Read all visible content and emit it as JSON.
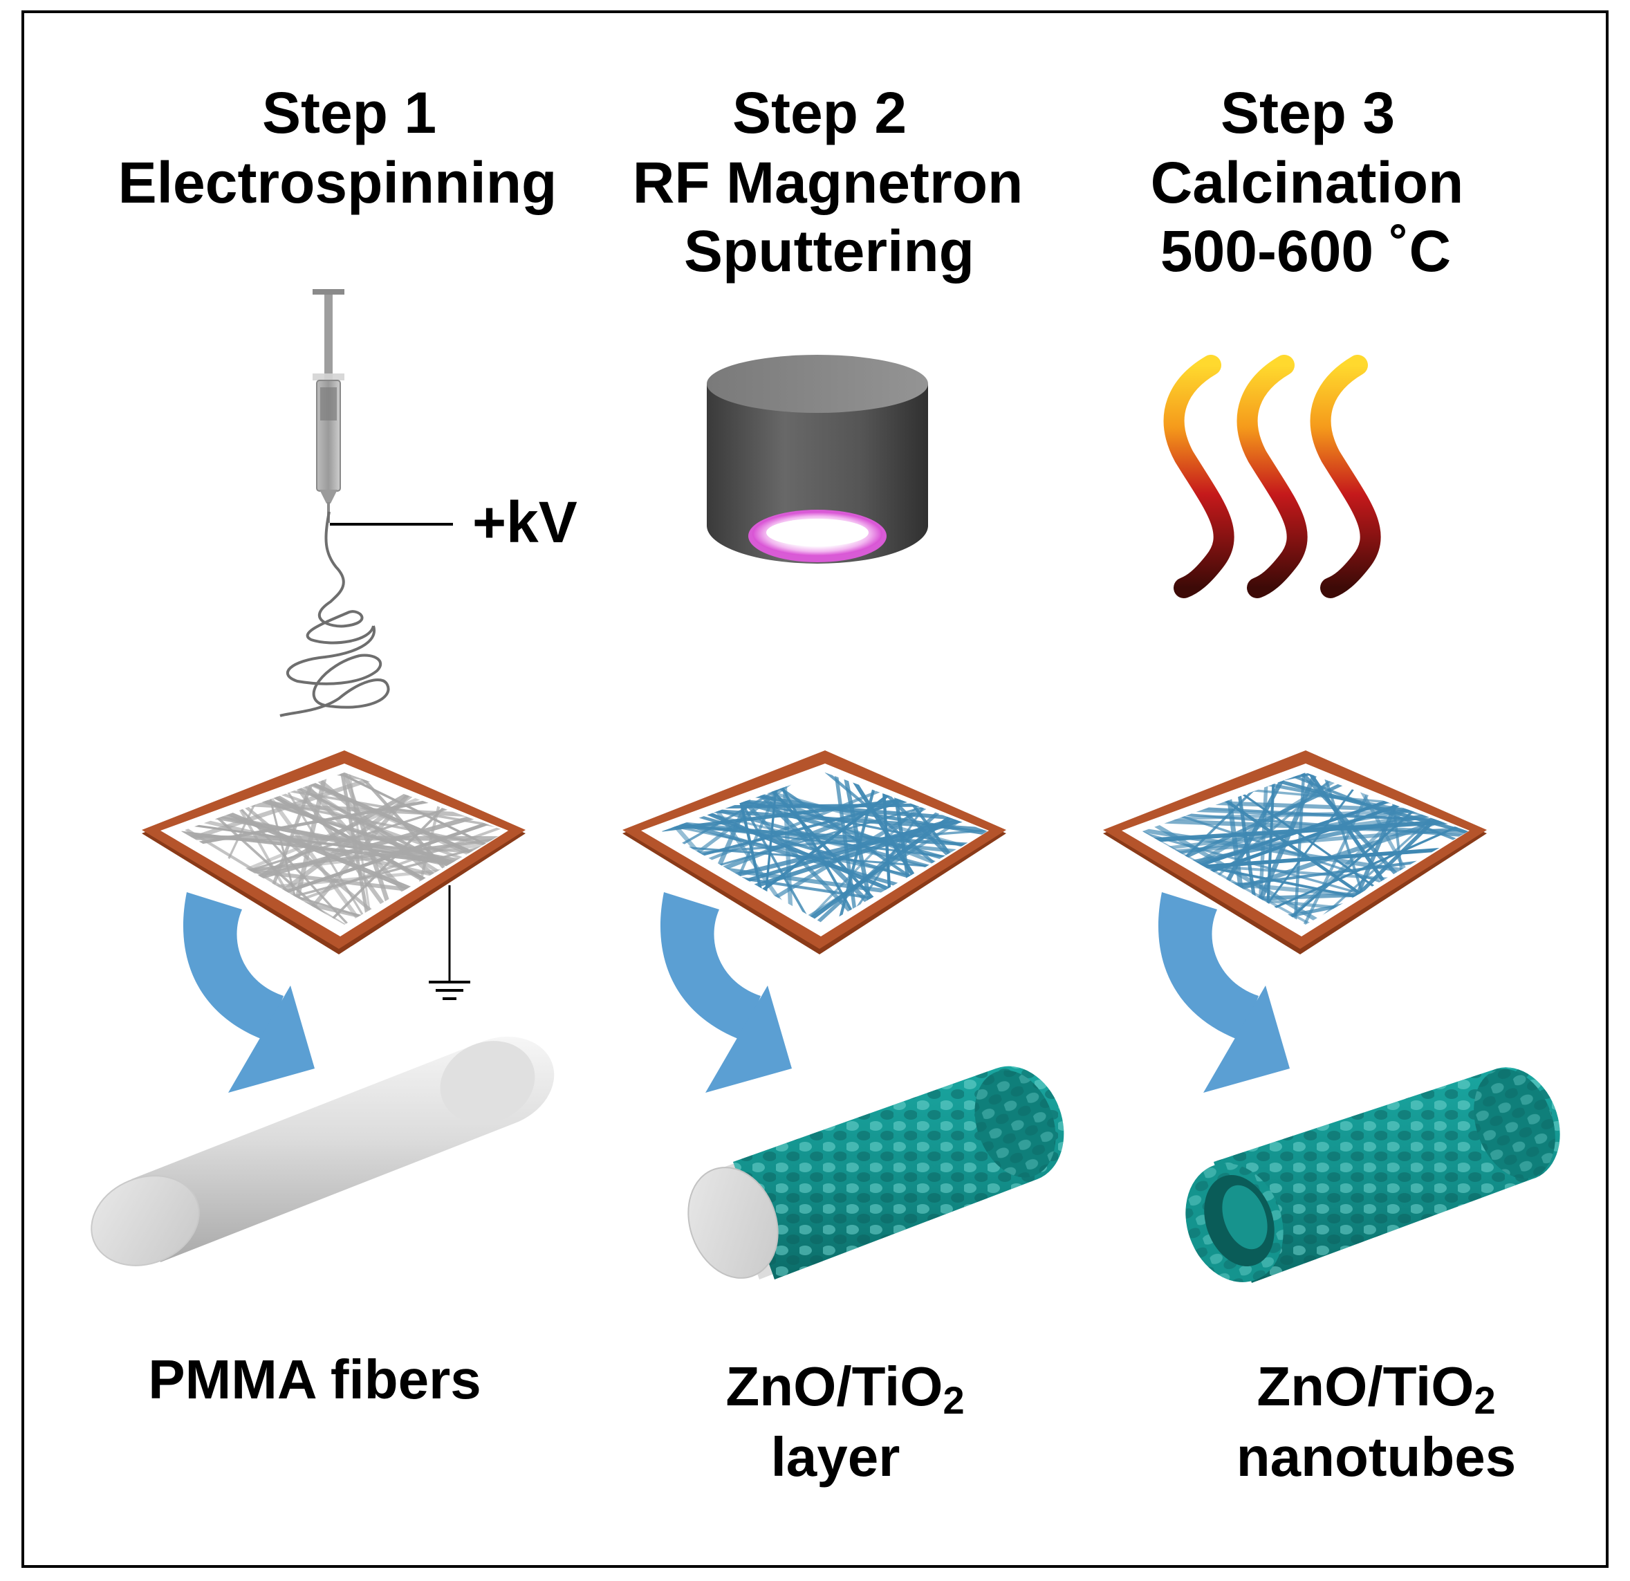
{
  "steps": [
    {
      "step": "Step 1",
      "process": [
        "Electrospinning"
      ],
      "result": {
        "main": "PMMA fibers",
        "sub": "",
        "tail": "",
        "line2": ""
      }
    },
    {
      "step": "Step 2",
      "process": [
        "RF Magnetron",
        "Sputtering"
      ],
      "result": {
        "main": "ZnO/TiO",
        "sub": "2",
        "tail": "",
        "line2": "layer"
      }
    },
    {
      "step": "Step 3",
      "process": [
        "Calcination",
        "500-600 ˚C"
      ],
      "result": {
        "main": "ZnO/TiO",
        "sub": "2",
        "tail": "",
        "line2": "nanotubes"
      }
    }
  ],
  "voltage_label": "+kV",
  "icons": [
    "syringe-icon",
    "ground-symbol-icon",
    "magnetron-target-icon",
    "heat-waves-icon",
    "fiber-mesh-icon",
    "curved-arrow-icon",
    "fiber-cylinder-icon",
    "coated-fiber-icon",
    "nanotube-icon"
  ],
  "colors": {
    "frame": "#b5542b",
    "frame_dark": "#8a3a18",
    "pmma_fiber": "#a8a8a8",
    "coated_fiber": "#3f88b3",
    "arrow": "#5b9fd3",
    "oxide": "#13918c",
    "oxide_dark": "#0b6b67",
    "plasma": "#e35fe0",
    "magnetron": "#5f5f5f"
  }
}
